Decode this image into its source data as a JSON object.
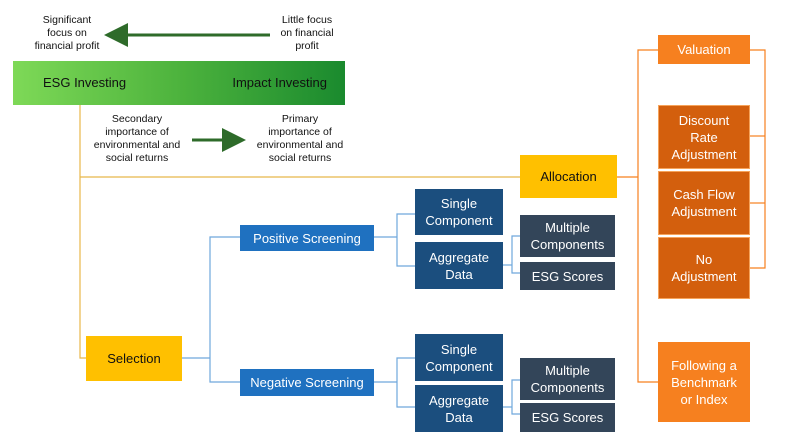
{
  "top": {
    "left_note": "Significant\nfocus on\nfinancial profit",
    "right_note": "Little  focus\non financial\nprofit",
    "bar_left": "ESG Investing",
    "bar_right": "Impact Investing",
    "secondary_note": "Secondary\nimportance of\nenvironmental and\nsocial returns",
    "primary_note": "Primary\nimportance of\nenvironmental and\nsocial returns"
  },
  "nodes": {
    "allocation": "Allocation",
    "selection": "Selection",
    "valuation": "Valuation",
    "discount_rate": "Discount\nRate\nAdjustment",
    "cash_flow": "Cash Flow\nAdjustment",
    "no_adjustment": "No\nAdjustment",
    "benchmark": "Following a\nBenchmark\nor Index",
    "positive_screening": "Positive Screening",
    "negative_screening": "Negative Screening",
    "pos_single": "Single\nComponent",
    "pos_aggregate": "Aggregate\nData",
    "pos_multiple": "Multiple\nComponents",
    "pos_esg_scores": "ESG Scores",
    "neg_single": "Single\nComponent",
    "neg_aggregate": "Aggregate\nData",
    "neg_multiple": "Multiple\nComponents",
    "neg_esg_scores": "ESG Scores"
  },
  "colors": {
    "orange": "#f6801f",
    "dark_orange": "#d35f0d",
    "yellow": "#ffc000",
    "blue": "#1f71c0",
    "navy": "#1b4e7e",
    "slate": "#334559",
    "arrow_green": "#2e6b2a",
    "line_blue": "#6fa8dc",
    "line_orange": "#f6801f",
    "line_yellow": "#e8b84a"
  }
}
